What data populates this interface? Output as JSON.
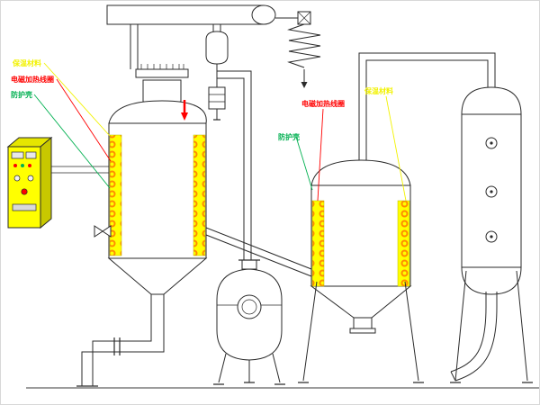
{
  "diagram": {
    "type": "process-equipment-diagram",
    "annotations": {
      "left": {
        "insulation": "保温材料",
        "heating_coil": "电磁加热线圈",
        "protective_shell": "防护壳"
      },
      "right": {
        "insulation": "保温材料",
        "heating_coil": "电磁加热线圈",
        "protective_shell": "防护壳"
      }
    },
    "colors": {
      "insulation_label": "#f2f200",
      "heating_coil_label": "#ff0000",
      "protective_shell_label": "#00b050",
      "heater_band_fill": "#ffff00",
      "heater_dot": "#ff8c00",
      "cabinet_front": "#ffff00",
      "cabinet_side": "#c8c800",
      "cabinet_top": "#e6e600",
      "feed_arrow": "#ff0000",
      "line": "#2a2a2a"
    }
  }
}
